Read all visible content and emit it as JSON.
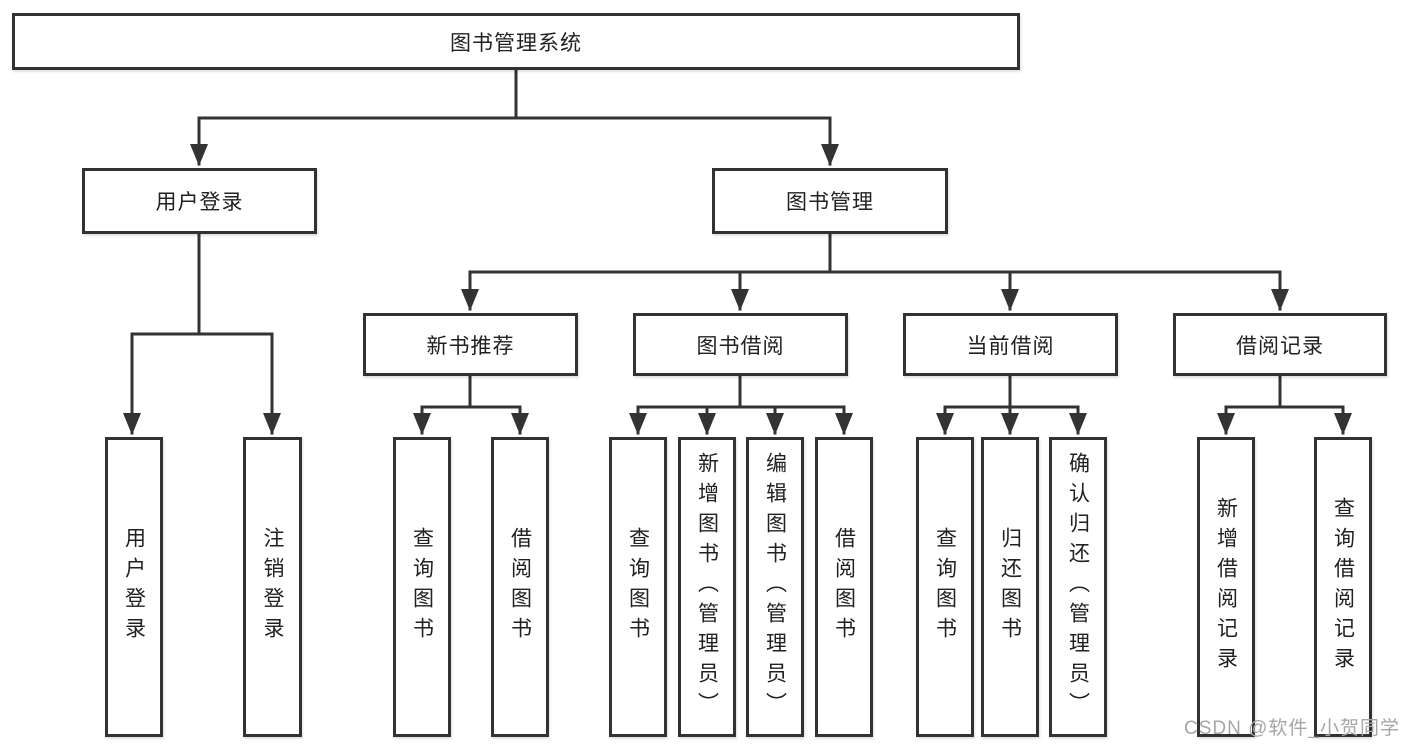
{
  "diagram": {
    "title": "图书管理系统",
    "branches": {
      "login": {
        "label": "用户登录",
        "children": [
          "用户登录",
          "注销登录"
        ]
      },
      "manage": {
        "label": "图书管理",
        "sections": [
          {
            "label": "新书推荐",
            "children": [
              "查询图书",
              "借阅图书"
            ]
          },
          {
            "label": "图书借阅",
            "children": [
              "查询图书",
              "新增图书（管理员）",
              "编辑图书（管理员）",
              "借阅图书"
            ]
          },
          {
            "label": "当前借阅",
            "children": [
              "查询图书",
              "归还图书",
              "确认归还（管理员）"
            ]
          },
          {
            "label": "借阅记录",
            "children": [
              "新增借阅记录",
              "查询借阅记录"
            ]
          }
        ]
      }
    }
  },
  "watermark": {
    "text": "CSDN @软件_小贺同学"
  },
  "colors": {
    "line": "#333333",
    "border": "#323232",
    "text": "#212121",
    "watermark": "#a6a6a6",
    "background": "#ffffff"
  }
}
